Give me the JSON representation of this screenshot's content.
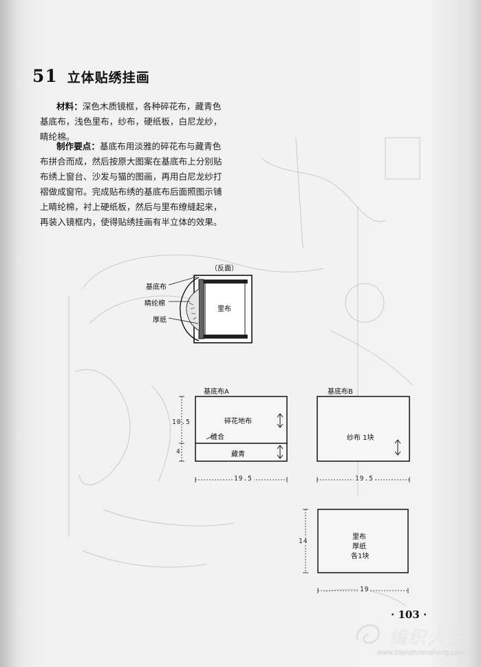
{
  "section_number": "51",
  "section_title": "立体贴绣挂画",
  "materials_label": "材料：",
  "materials_text": "深色木质镜框，各种碎花布，藏青色基底布，浅色里布，纱布，硬纸板，白尼龙纱，睛纶棉。",
  "method_label": "制作要点：",
  "method_text": "基底布用淡雅的碎花布与藏青色布拼合而成，然后按原大图案在基底布上分别贴布绣上窗台、沙发与猫的图画，再用白尼龙纱打褶做成窗帘。完成贴布绣的基底布后面照图示铺上睛纶棉，衬上硬纸板，然后与里布缭缝起来，再装入镜框内，使得贴绣挂画有半立体的效果。",
  "figure_cross_section": {
    "caption": "（反面）",
    "label_base_cloth": "基底布",
    "label_batting": "睛纶棉",
    "label_cardboard": "厚纸",
    "label_lining": "里布"
  },
  "pattern_a": {
    "title": "基底布A",
    "upper_label": "碎花地布",
    "seam_label": "缝合",
    "lower_label": "藏青",
    "height_upper": "10.5",
    "height_lower": "4",
    "width": "19.5"
  },
  "pattern_b": {
    "title": "基底布B",
    "label": "纱布 1块",
    "width": "19.5"
  },
  "pattern_c": {
    "label_line1": "里布",
    "label_line2": "厚纸",
    "label_line3": "各1块",
    "height": "14",
    "width": "19"
  },
  "page_number": "· 103 ·",
  "watermark": {
    "text": "编织人生",
    "url": "www.bianzhirensheng.com"
  }
}
